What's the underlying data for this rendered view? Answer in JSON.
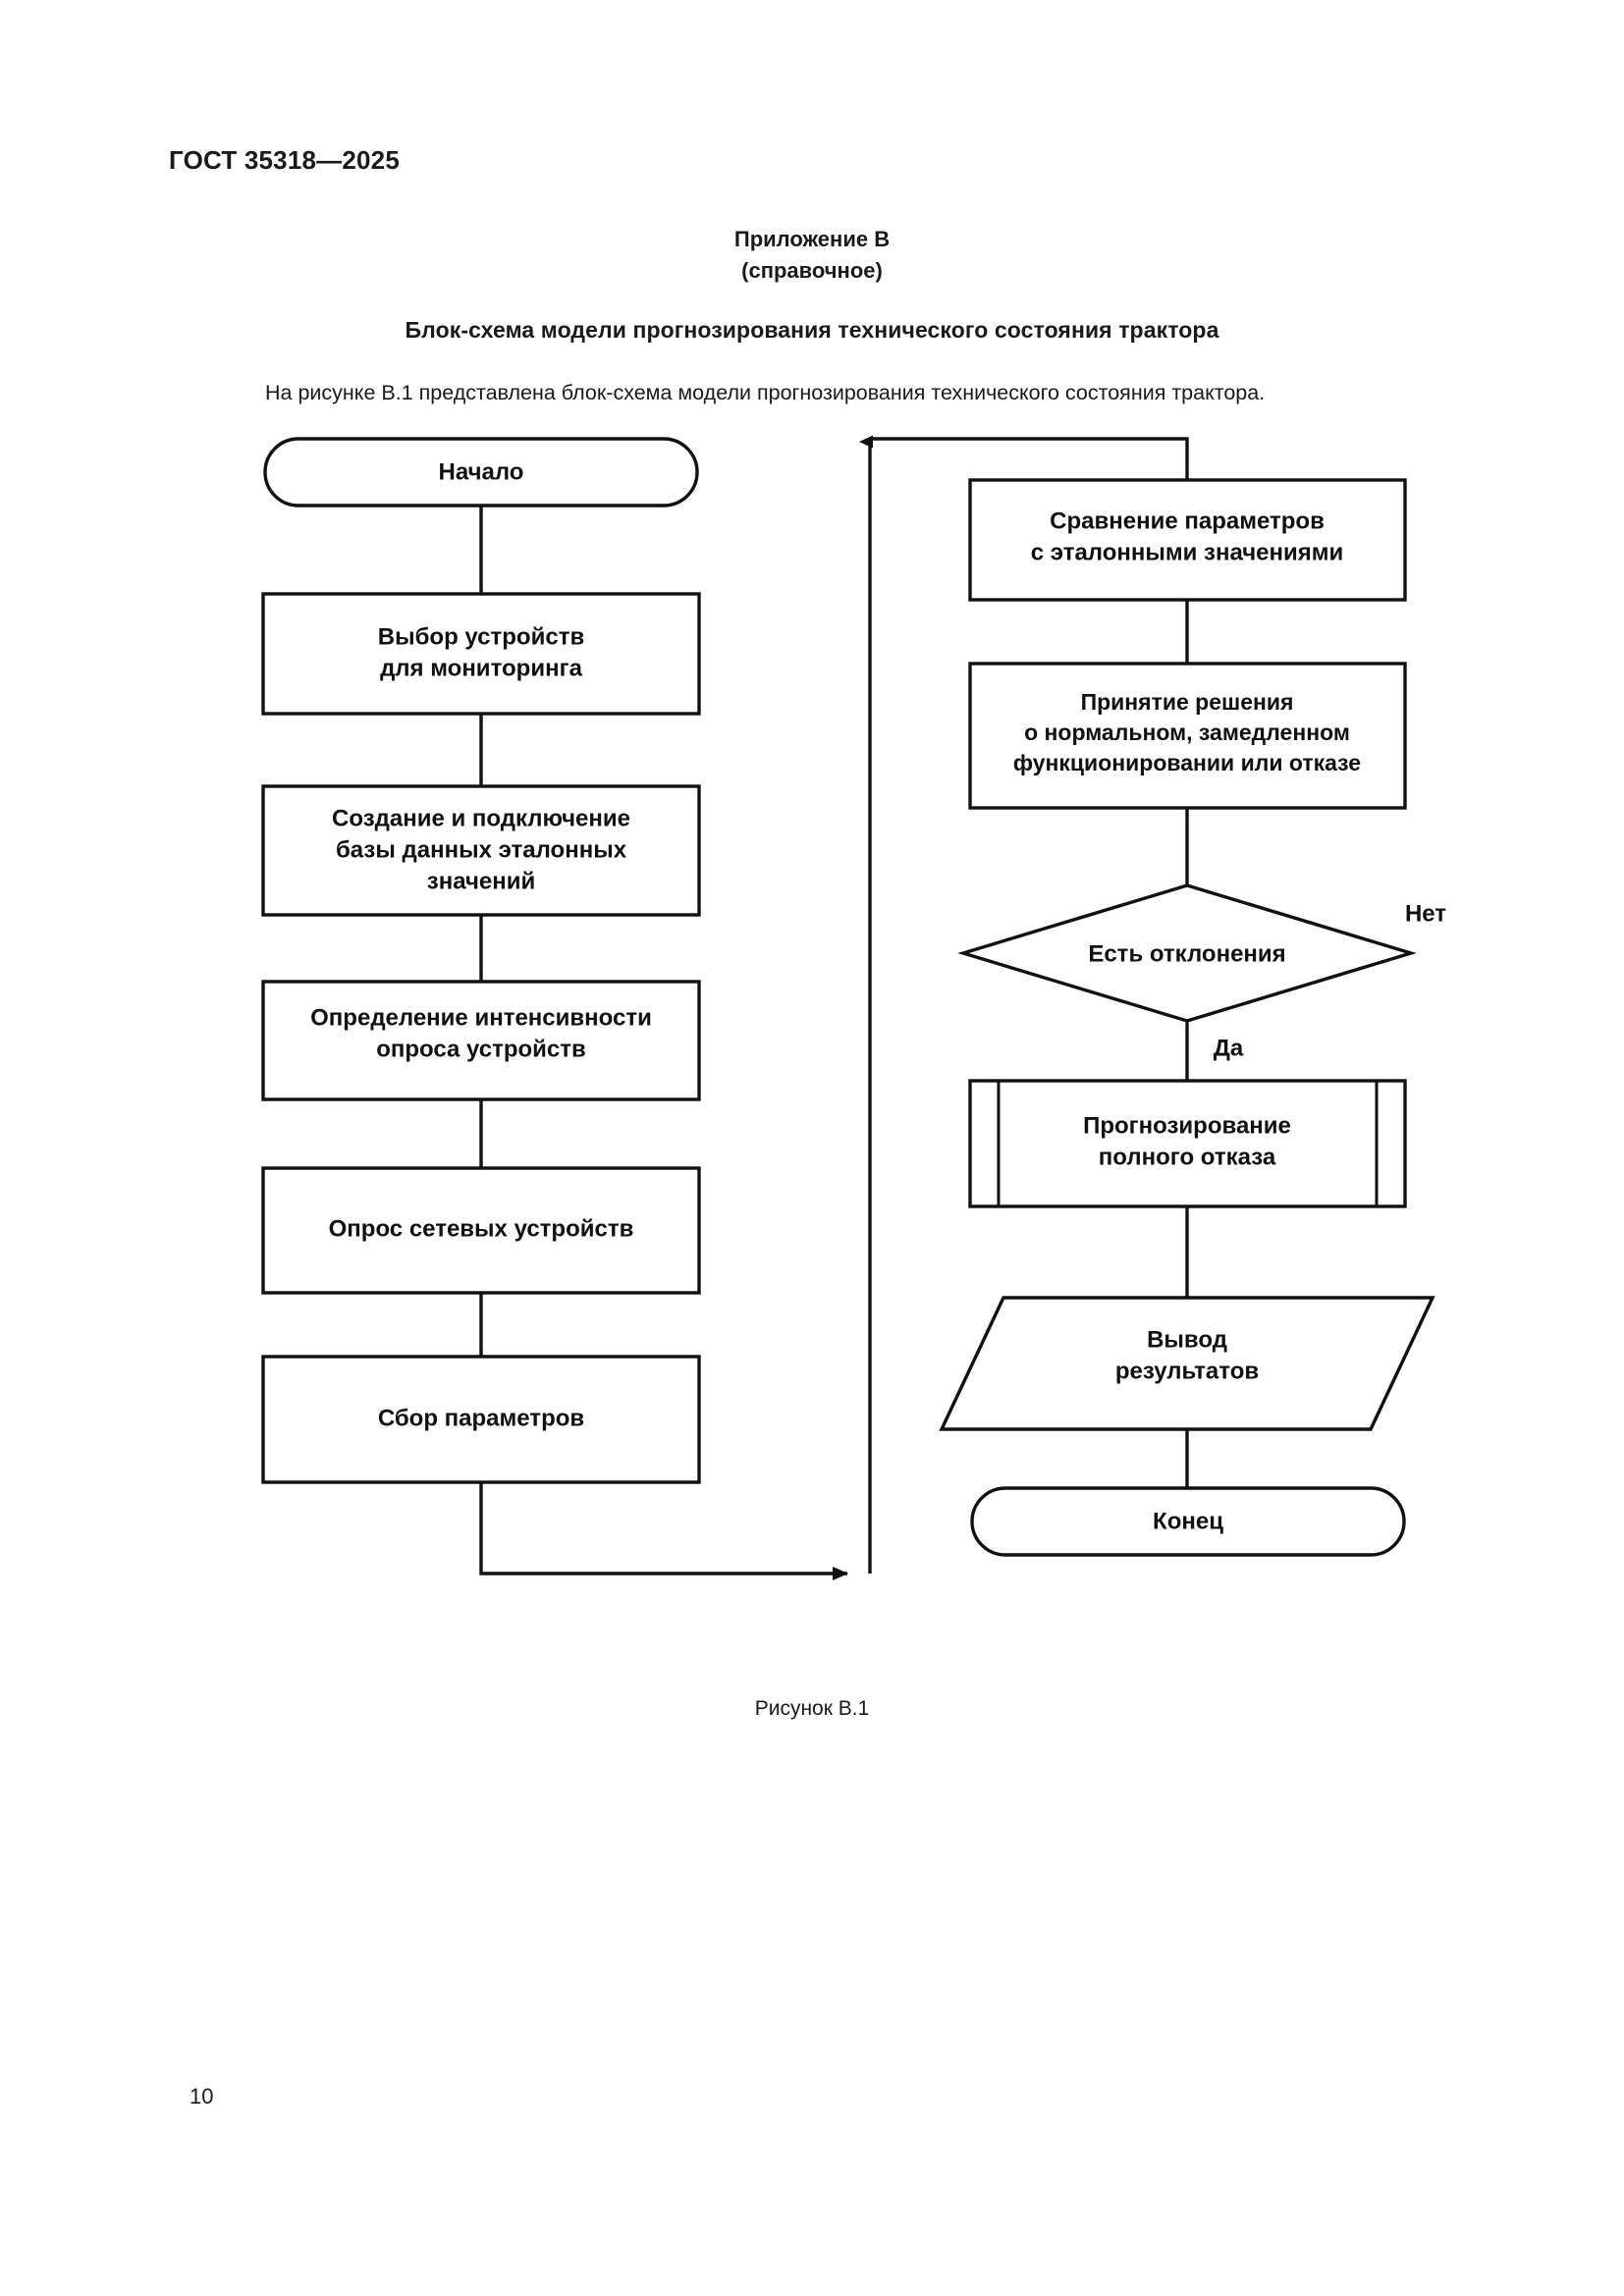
{
  "document": {
    "standard_header": "ГОСТ 35318—2025",
    "page_number": "10"
  },
  "annex": {
    "title": "Приложение В",
    "subtitle": "(справочное)",
    "section_title": "Блок-схема модели прогнозирования технического состояния трактора",
    "intro_paragraph": "На рисунке В.1 представлена блок-схема модели прогнозирования технического состояния трактора.",
    "figure_caption": "Рисунок В.1"
  },
  "flowchart": {
    "left_column": [
      {
        "id": "start",
        "shape": "terminator",
        "label": "Начало"
      },
      {
        "id": "select-devices",
        "shape": "process",
        "line1": "Выбор устройств",
        "line2": "для мониторинга"
      },
      {
        "id": "create-db",
        "shape": "process",
        "line1": "Создание и подключение",
        "line2": "базы данных эталонных",
        "line3": "значений"
      },
      {
        "id": "poll-intensity",
        "shape": "process",
        "line1": "Определение интенсивности",
        "line2": "опроса устройств"
      },
      {
        "id": "poll-devices",
        "shape": "process",
        "line1": "Опрос сетевых устройств"
      },
      {
        "id": "collect-params",
        "shape": "process",
        "line1": "Сбор параметров"
      }
    ],
    "right_column": [
      {
        "id": "compare-params",
        "shape": "process",
        "line1": "Сравнение параметров",
        "line2": "с эталонными значениями"
      },
      {
        "id": "decision-making",
        "shape": "process",
        "line1": "Принятие решения",
        "line2": "о нормальном, замедленном",
        "line3": "функционировании или отказе"
      },
      {
        "id": "has-deviations",
        "shape": "decision",
        "label": "Есть отклонения"
      },
      {
        "id": "forecast-failure",
        "shape": "subroutine",
        "line1": "Прогнозирование",
        "line2": "полного отказа"
      },
      {
        "id": "output-results",
        "shape": "input-output",
        "line1": "Вывод",
        "line2": "результатов"
      },
      {
        "id": "end",
        "shape": "terminator",
        "label": "Конец"
      }
    ],
    "branch_labels": {
      "no": "Нет",
      "yes": "Да"
    },
    "colors": {
      "stroke": "#111111",
      "fill": "#ffffff",
      "text": "#111111"
    }
  }
}
